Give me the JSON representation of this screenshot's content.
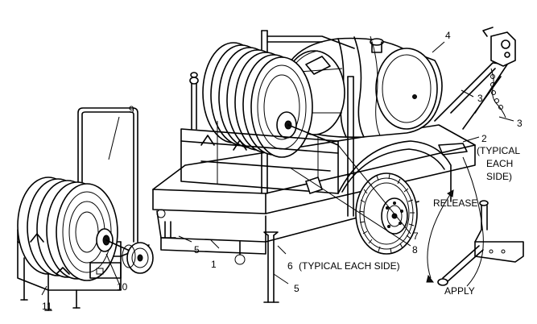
{
  "callouts": {
    "c1": "1",
    "c2": "2",
    "c2_note1": "(TYPICAL",
    "c2_note2": "EACH",
    "c2_note3": "SIDE)",
    "c3a": "3",
    "c3b": "3",
    "c4": "4",
    "c5a": "5",
    "c5b": "5",
    "c6": "6",
    "c6_note": "(TYPICAL EACH SIDE)",
    "c7": "7",
    "c8": "8",
    "c9": "9",
    "c10": "10",
    "c11": "11",
    "release": "RELEASE",
    "apply": "APPLY"
  }
}
